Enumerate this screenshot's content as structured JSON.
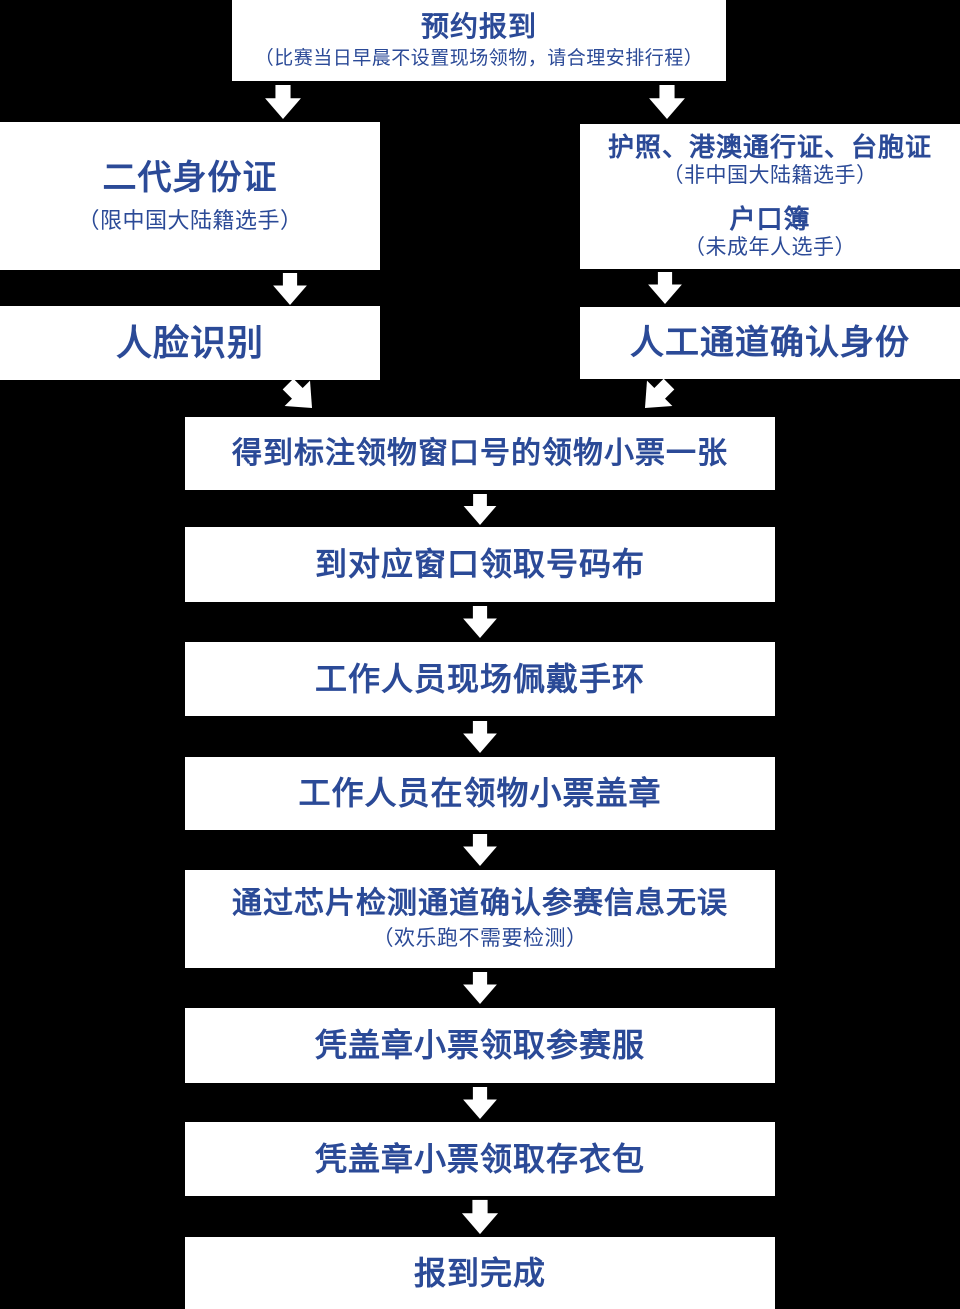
{
  "colors": {
    "background": "#000000",
    "box": "#ffffff",
    "text": "#2b4a97",
    "arrow": "#ffffff"
  },
  "flowchart": {
    "start": {
      "title": "预约报到",
      "note": "（比赛当日早晨不设置现场领物，请合理安排行程）"
    },
    "left_branch": {
      "credential": {
        "title": "二代身份证",
        "note": "（限中国大陆籍选手）"
      },
      "verify": {
        "title": "人脸识别"
      }
    },
    "right_branch": {
      "credential": {
        "line1": "护照、港澳通行证、台胞证",
        "note1": "（非中国大陆籍选手）",
        "line2": "户口簿",
        "note2": "（未成年人选手）"
      },
      "verify": {
        "title": "人工通道确认身份"
      }
    },
    "steps": [
      {
        "title": "得到标注领物窗口号的领物小票一张"
      },
      {
        "title": "到对应窗口领取号码布"
      },
      {
        "title": "工作人员现场佩戴手环"
      },
      {
        "title": "工作人员在领物小票盖章"
      },
      {
        "title": "通过芯片检测通道确认参赛信息无误",
        "note": "（欢乐跑不需要检测）"
      },
      {
        "title": "凭盖章小票领取参赛服"
      },
      {
        "title": "凭盖章小票领取存衣包"
      },
      {
        "title": "报到完成"
      }
    ]
  }
}
